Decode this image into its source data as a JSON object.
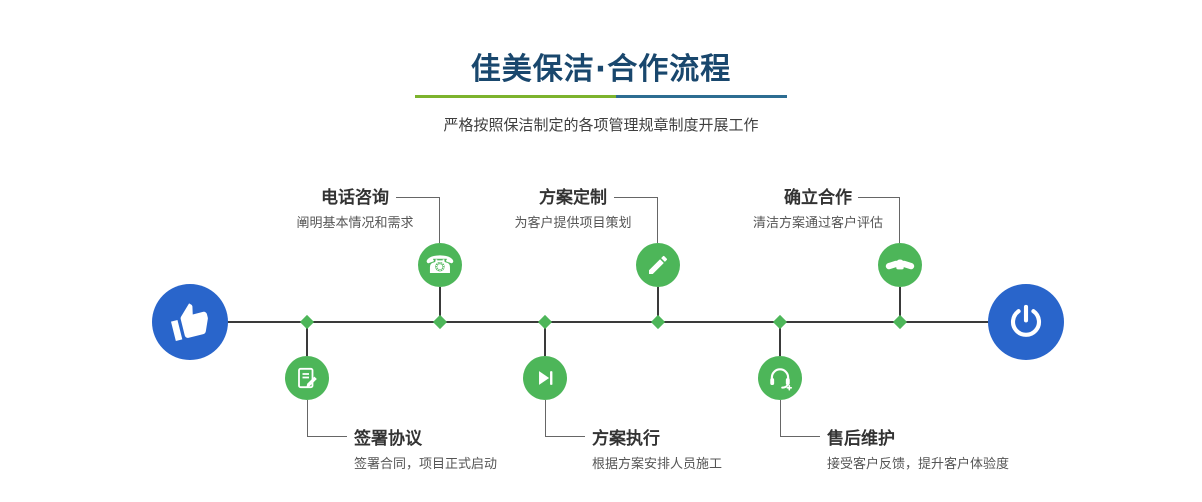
{
  "header": {
    "title": "佳美保洁·合作流程",
    "subtitle": "严格按照保洁制定的各项管理规章制度开展工作"
  },
  "glyphs": {
    "phone": "☎"
  },
  "timeline": {
    "start_icon": "pointing-hand-icon",
    "end_icon": "power-icon"
  },
  "steps_top": [
    {
      "title": "电话咨询",
      "desc": "阐明基本情况和需求",
      "icon": "phone-icon"
    },
    {
      "title": "方案定制",
      "desc": "为客户提供项目策划",
      "icon": "pencil-icon"
    },
    {
      "title": "确立合作",
      "desc": "清洁方案通过客户评估",
      "icon": "handshake-icon"
    }
  ],
  "steps_bottom": [
    {
      "title": "签署协议",
      "desc": "签署合同，项目正式启动",
      "icon": "document-sign-icon"
    },
    {
      "title": "方案执行",
      "desc": "根据方案安排人员施工",
      "icon": "play-next-icon"
    },
    {
      "title": "售后维护",
      "desc": "接受客户反馈，提升客户体验度",
      "icon": "headset-plus-icon"
    }
  ],
  "colors": {
    "title_navy": "#19476d",
    "accent_green": "#4db659",
    "accent_blue": "#2965cb",
    "divider_green": "#7cb32d",
    "divider_blue": "#2d6d92",
    "line_dark": "#3a3a3a"
  }
}
